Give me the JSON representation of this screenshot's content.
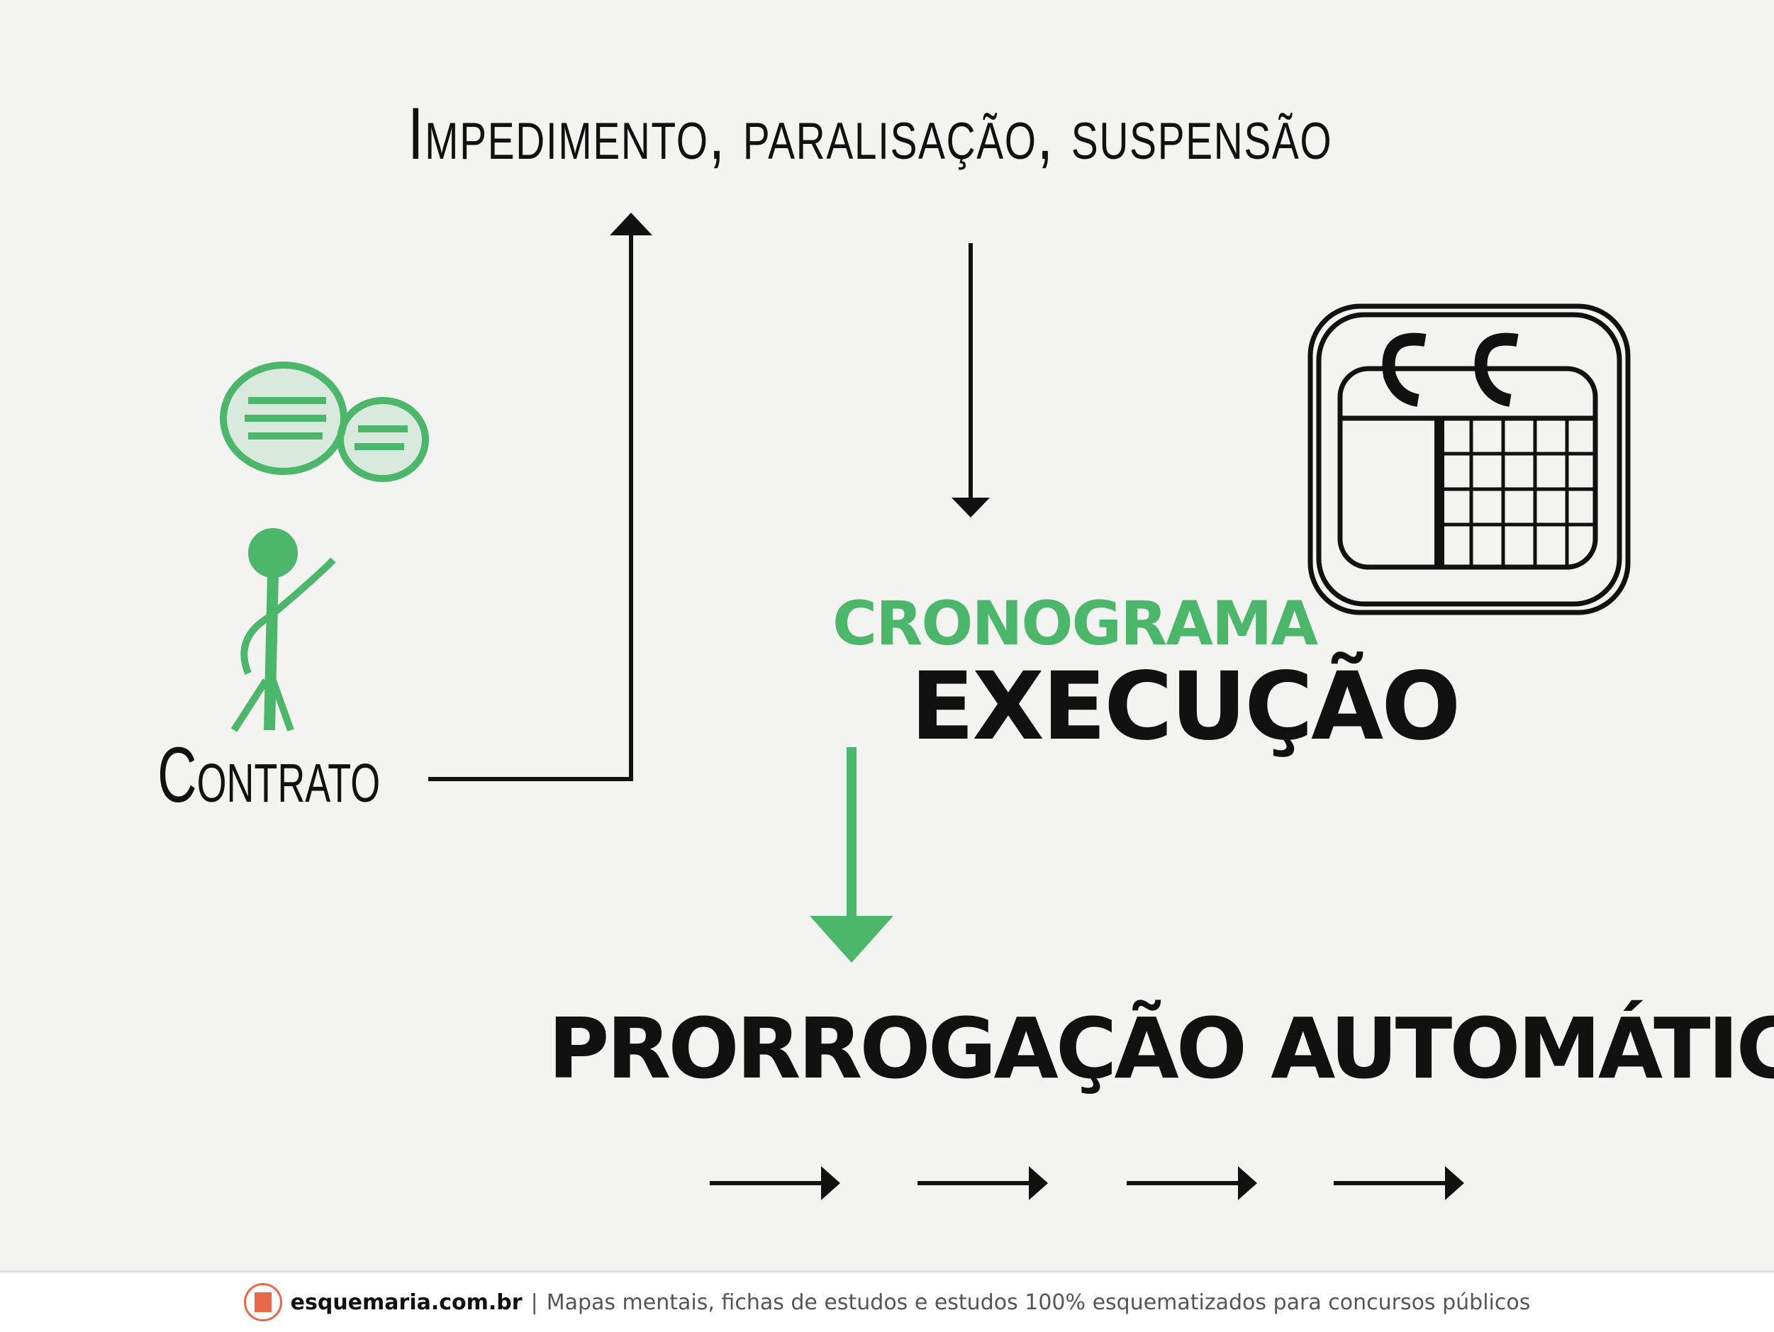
{
  "title": "Impedimento, paralisação, suspensão",
  "contract_label": "Contrato",
  "schedule_label": "CRONOGRAMA",
  "execution_label": "EXECUÇÃO",
  "result_label": "PRORROGAÇÃO AUTOMÁTICA",
  "colors": {
    "accent": "#4cb66a",
    "ink": "#111111",
    "brand": "#e8684a"
  },
  "footer": {
    "brand": "esquemaria.com.br",
    "separator": "|",
    "tagline": "Mapas mentais, fichas de estudos e estudos 100% esquematizados para concursos públicos"
  }
}
